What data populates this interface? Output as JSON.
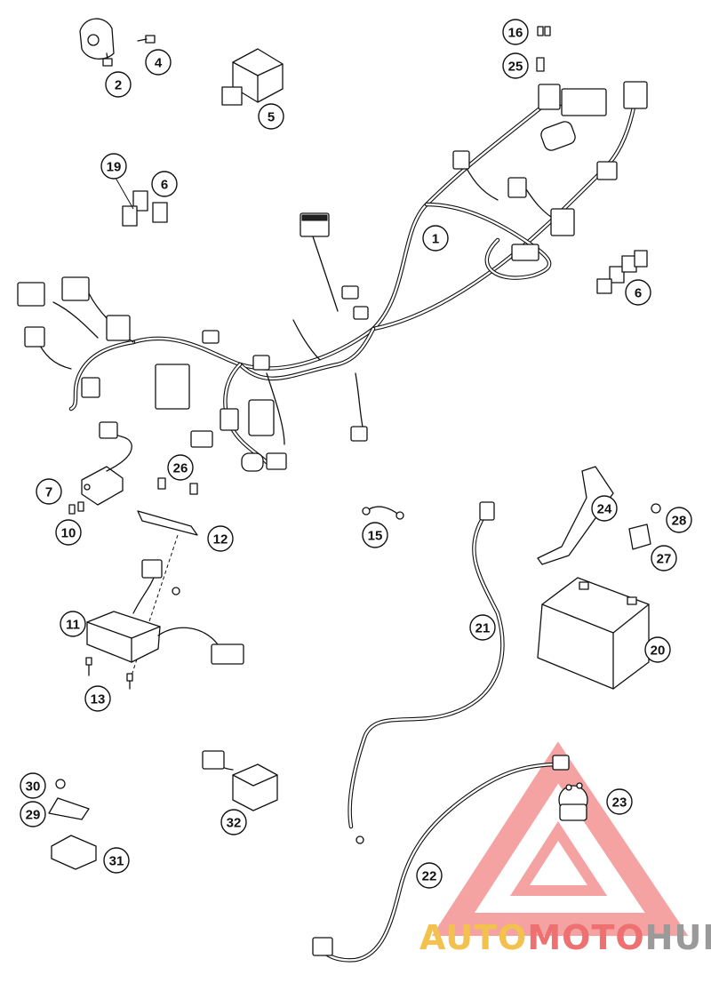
{
  "diagram": {
    "callouts": [
      {
        "id": "c1",
        "label": "1"
      },
      {
        "id": "c2",
        "label": "2"
      },
      {
        "id": "c4",
        "label": "4"
      },
      {
        "id": "c5",
        "label": "5"
      },
      {
        "id": "c6a",
        "label": "6"
      },
      {
        "id": "c6b",
        "label": "6"
      },
      {
        "id": "c7",
        "label": "7"
      },
      {
        "id": "c10",
        "label": "10"
      },
      {
        "id": "c11",
        "label": "11"
      },
      {
        "id": "c12",
        "label": "12"
      },
      {
        "id": "c13",
        "label": "13"
      },
      {
        "id": "c15",
        "label": "15"
      },
      {
        "id": "c16",
        "label": "16"
      },
      {
        "id": "c19",
        "label": "19"
      },
      {
        "id": "c20",
        "label": "20"
      },
      {
        "id": "c21",
        "label": "21"
      },
      {
        "id": "c22",
        "label": "22"
      },
      {
        "id": "c23",
        "label": "23"
      },
      {
        "id": "c24",
        "label": "24"
      },
      {
        "id": "c25",
        "label": "25"
      },
      {
        "id": "c26",
        "label": "26"
      },
      {
        "id": "c27",
        "label": "27"
      },
      {
        "id": "c28",
        "label": "28"
      },
      {
        "id": "c29",
        "label": "29"
      },
      {
        "id": "c30",
        "label": "30"
      },
      {
        "id": "c31",
        "label": "31"
      },
      {
        "id": "c32",
        "label": "32"
      }
    ]
  },
  "watermark": {
    "word_part1": "AUTO",
    "word_part2": "MOTO",
    "word_part3": "HUB",
    "colors": {
      "triangle": "#ee6e6e",
      "auto": "#f2c14e",
      "moto": "#ee7070",
      "hub": "#9a9a9a"
    }
  }
}
